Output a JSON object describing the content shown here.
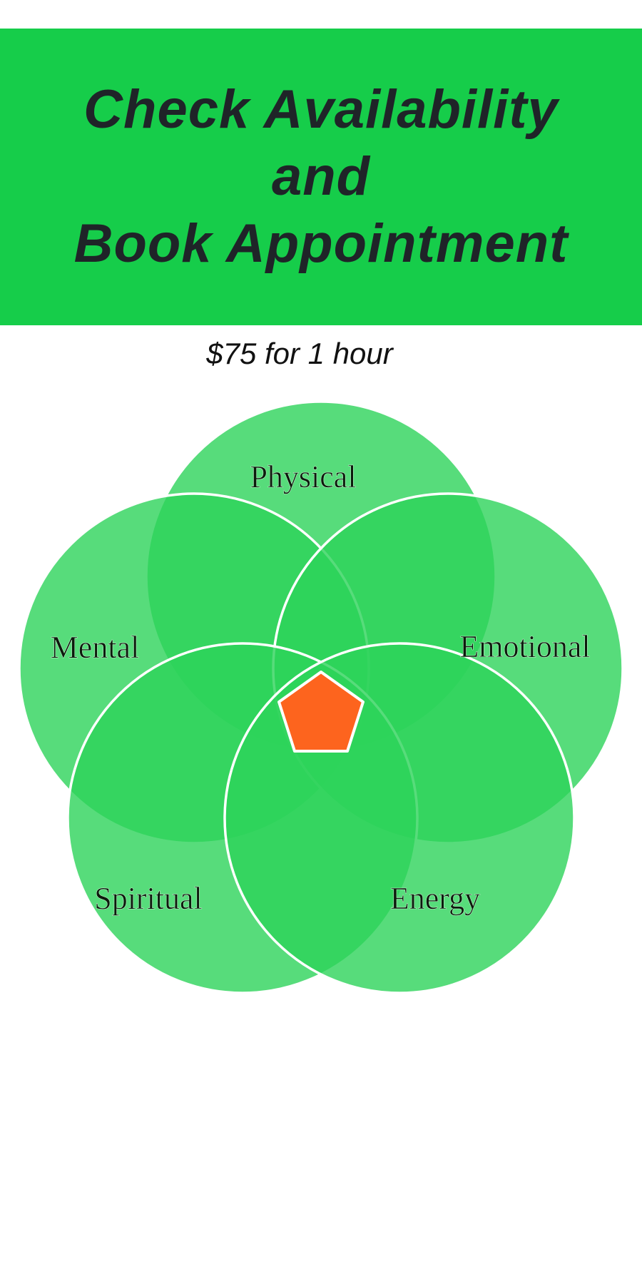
{
  "banner": {
    "line1": "Check Availability",
    "line2": "and",
    "line3": "Book Appointment",
    "background_color": "#16cd4a"
  },
  "price": {
    "text": "$75 for 1 hour"
  },
  "venn": {
    "circle_color": "#2dd35a",
    "center_color": "#fd641e",
    "outline_color": "#ffffff",
    "labels": {
      "physical": "Physical",
      "mental": "Mental",
      "emotional": "Emotional",
      "spiritual": "Spiritual",
      "energy": "Energy"
    }
  }
}
